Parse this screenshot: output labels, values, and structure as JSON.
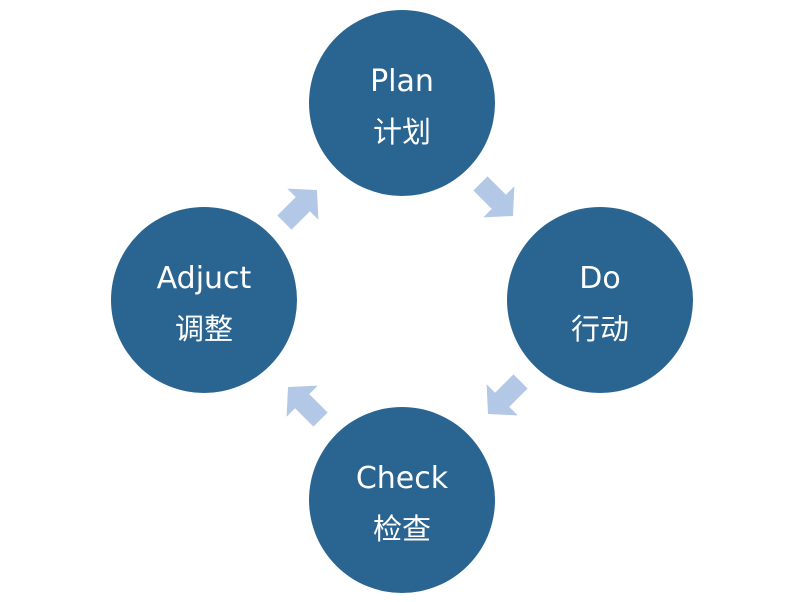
{
  "diagram": {
    "nodes": {
      "plan": {
        "title": "Plan",
        "subtitle": "计划"
      },
      "do": {
        "title": "Do",
        "subtitle": "行动"
      },
      "check": {
        "title": "Check",
        "subtitle": "检查"
      },
      "adjust": {
        "title": "Adjuct",
        "subtitle": "调整"
      }
    },
    "arrows": [
      {
        "from": "Plan",
        "to": "Do"
      },
      {
        "from": "Do",
        "to": "Check"
      },
      {
        "from": "Check",
        "to": "Adjuct"
      },
      {
        "from": "Adjuct",
        "to": "Plan"
      }
    ],
    "colors": {
      "node": "#2a6592",
      "arrow": "#b3c7e6",
      "text": "#ffffff",
      "background": "#ffffff"
    }
  }
}
